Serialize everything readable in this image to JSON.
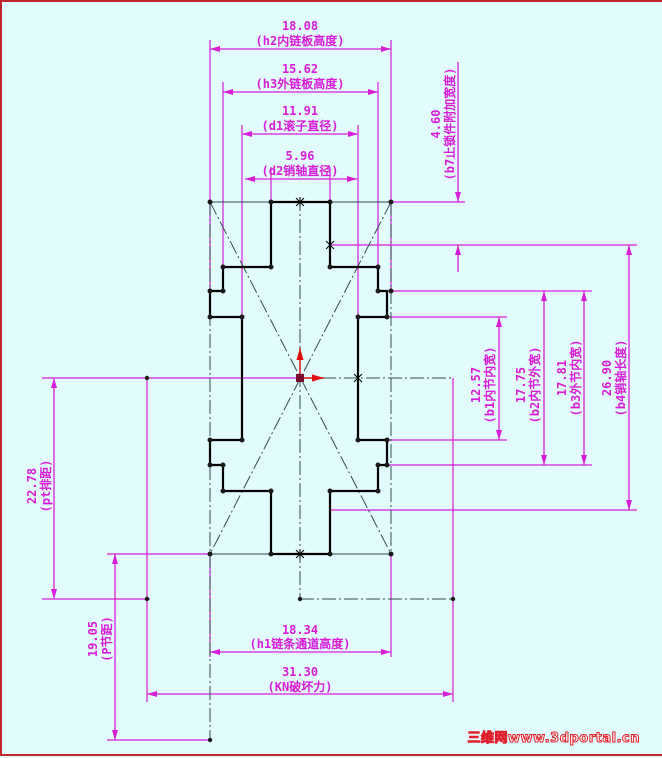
{
  "drawing": {
    "title": "Roller chain dimension diagram",
    "colors": {
      "background": "#e2fcfd",
      "dimension": "#d81cd8",
      "outline": "#000000",
      "centerline": "#2f4f4f",
      "axis_arrow": "#e01010",
      "frame": "#c0282e"
    },
    "dimensions": {
      "h2": {
        "value": "18.08",
        "label": "(h2内链板高度)"
      },
      "h3": {
        "value": "15.62",
        "label": "(h3外链板高度)"
      },
      "d1": {
        "value": "11.91",
        "label": "(d1滚子直径)"
      },
      "d2": {
        "value": "5.96",
        "label": "(d2销轴直径)"
      },
      "b7": {
        "value": "4.60",
        "label": "(b7止锁件附加宽度)"
      },
      "b1": {
        "value": "12.57",
        "label": "(b1内节内宽)"
      },
      "b2": {
        "value": "17.75",
        "label": "(b2内节外宽)"
      },
      "b3": {
        "value": "17.81",
        "label": "(b3外节内宽)"
      },
      "b4": {
        "value": "26.90",
        "label": "(b4销轴长度)"
      },
      "pt": {
        "value": "22.78",
        "label": "(pt排距)"
      },
      "p": {
        "value": "19.05",
        "label": "(P节距)"
      },
      "h1": {
        "value": "18.34",
        "label": "(h1链条通道高度)"
      },
      "kn": {
        "value": "31.30",
        "label": "(KN破坏力)"
      }
    }
  },
  "watermark": {
    "text": "三维网www.3dportal.cn"
  }
}
